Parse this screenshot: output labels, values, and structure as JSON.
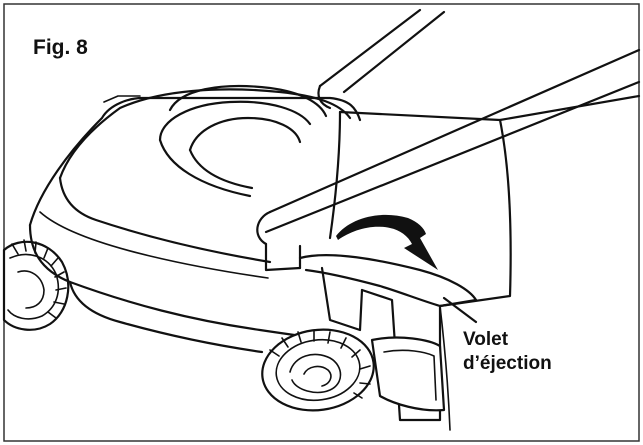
{
  "figure": {
    "title": "Fig. 8",
    "callout": {
      "line1": "Volet",
      "line2": "d’éjection"
    },
    "colors": {
      "line": "#111111",
      "background": "#ffffff"
    }
  }
}
